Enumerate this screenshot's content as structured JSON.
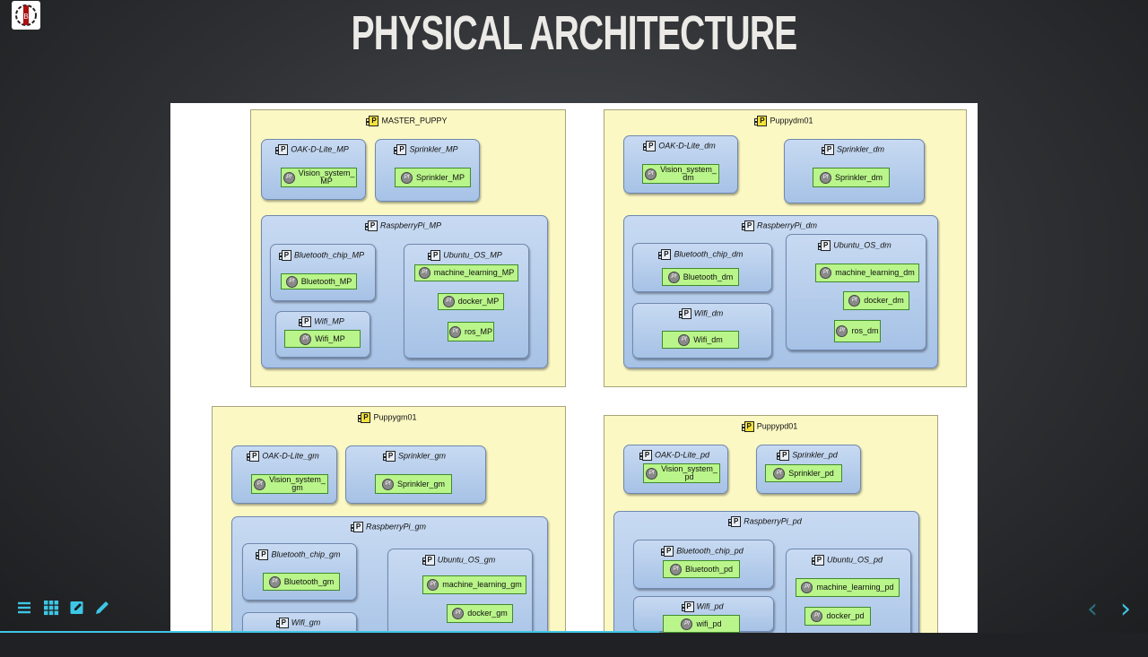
{
  "page": {
    "title": "PHYSICAL ARCHITECTURE"
  },
  "diagram": {
    "packages": [
      {
        "name": "MASTER_PUPPY",
        "components": [
          {
            "name": "OAK-D-Lite_MP",
            "parts": [
              "Vision_system_\nMP"
            ]
          },
          {
            "name": "Sprinkler_MP",
            "parts": [
              "Sprinkler_MP"
            ]
          },
          {
            "name": "RaspberryPi_MP",
            "children": [
              {
                "name": "Bluetooth_chip_MP",
                "parts": [
                  "Bluetooth_MP"
                ]
              },
              {
                "name": "Ubuntu_OS_MP",
                "parts": [
                  "machine_learning_MP",
                  "docker_MP",
                  "ros_MP"
                ]
              },
              {
                "name": "Wifi_MP",
                "parts": [
                  "Wifi_MP"
                ]
              }
            ]
          }
        ]
      },
      {
        "name": "Puppydm01",
        "components": [
          {
            "name": "OAK-D-Lite_dm",
            "parts": [
              "Vision_system_\ndm"
            ]
          },
          {
            "name": "Sprinkler_dm",
            "parts": [
              "Sprinkler_dm"
            ]
          },
          {
            "name": "RaspberryPi_dm",
            "children": [
              {
                "name": "Bluetooth_chip_dm",
                "parts": [
                  "Bluetooth_dm"
                ]
              },
              {
                "name": "Ubuntu_OS_dm",
                "parts": [
                  "machine_learning_dm",
                  "docker_dm",
                  "ros_dm"
                ]
              },
              {
                "name": "Wifi_dm",
                "parts": [
                  "Wifi_dm"
                ]
              }
            ]
          }
        ]
      },
      {
        "name": "Puppygm01",
        "components": [
          {
            "name": "OAK-D-Lite_gm",
            "parts": [
              "Vision_system_\ngm"
            ]
          },
          {
            "name": "Sprinkler_gm",
            "parts": [
              "Sprinkler_gm"
            ]
          },
          {
            "name": "RaspberryPi_gm",
            "children": [
              {
                "name": "Bluetooth_chip_gm",
                "parts": [
                  "Bluetooth_gm"
                ]
              },
              {
                "name": "Ubuntu_OS_gm",
                "parts": [
                  "machine_learning_gm",
                  "docker_gm"
                ]
              },
              {
                "name": "Wifi_gm",
                "parts": []
              }
            ]
          }
        ]
      },
      {
        "name": "Puppypd01",
        "components": [
          {
            "name": "OAK-D-Lite_pd",
            "parts": [
              "Vision_system_\npd"
            ]
          },
          {
            "name": "Sprinkler_pd",
            "parts": [
              "Sprinkler_pd"
            ]
          },
          {
            "name": "RaspberryPi_pd",
            "children": [
              {
                "name": "Bluetooth_chip_pd",
                "parts": [
                  "Bluetooth_pd"
                ]
              },
              {
                "name": "Ubuntu_OS_pd",
                "parts": [
                  "machine_learning_pd",
                  "docker_pd"
                ]
              },
              {
                "name": "Wifi_pd",
                "parts": [
                  "wifi_pd"
                ]
              }
            ]
          }
        ]
      }
    ],
    "stereotype_package": "P",
    "stereotype_part": "Pf"
  },
  "controls": {
    "icons": [
      "menu-icon",
      "grid-icon",
      "edit-note-icon",
      "pencil-icon"
    ],
    "prev": "‹",
    "next": "›",
    "accent": "#3ec6e6"
  }
}
